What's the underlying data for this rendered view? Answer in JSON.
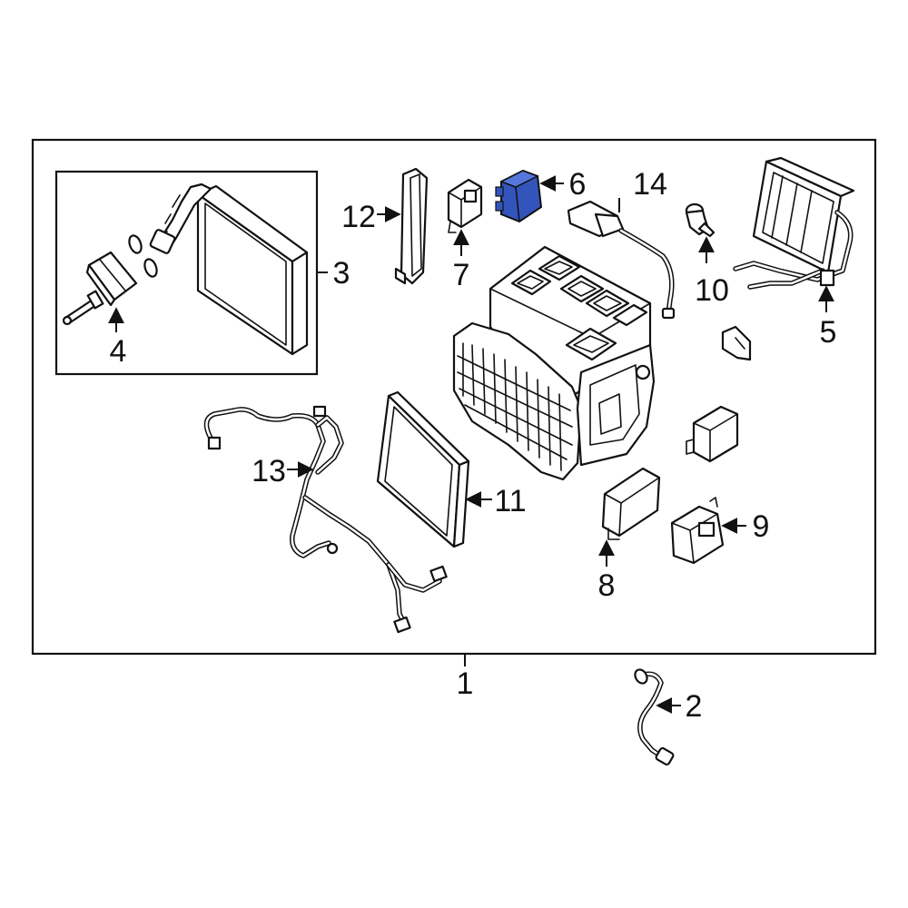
{
  "callouts": {
    "c1": "1",
    "c2": "2",
    "c3": "3",
    "c4": "4",
    "c5": "5",
    "c6": "6",
    "c7": "7",
    "c8": "8",
    "c9": "9",
    "c10": "10",
    "c11": "11",
    "c12": "12",
    "c13": "13",
    "c14": "14"
  },
  "highlight_color": "#3355bb",
  "line_color": "#111111"
}
